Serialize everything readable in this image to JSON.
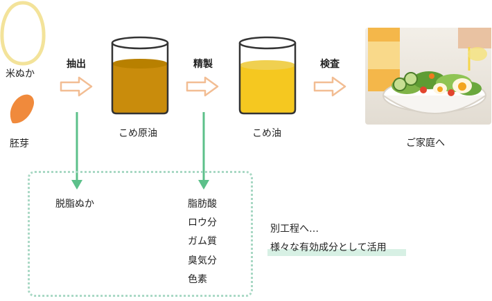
{
  "inputs": {
    "rice_bran": "米ぬか",
    "germ": "胚芽"
  },
  "steps": {
    "extraction": "抽出",
    "refining": "精製",
    "inspection": "検査"
  },
  "products": {
    "crude_oil": "こめ原油",
    "rice_oil": "こめ油",
    "to_home": "ご家庭へ"
  },
  "byproducts": {
    "defatted_bran": "脱脂ぬか",
    "items": [
      "脂肪酸",
      "ロウ分",
      "ガム質",
      "臭気分",
      "色素"
    ]
  },
  "notes": {
    "other_process": "別工程へ…",
    "usage": "様々な有効成分として活用"
  },
  "colors": {
    "arrow_orange": "#f2bd93",
    "arrow_green": "#5cc08a",
    "crude_oil": "#c98c0c",
    "refined_oil": "#f5c820",
    "rice_grain": "#f3e39a",
    "germ": "#f08a3c",
    "dotted_border": "#a8d8c4",
    "highlight": "#d7f0e4"
  }
}
